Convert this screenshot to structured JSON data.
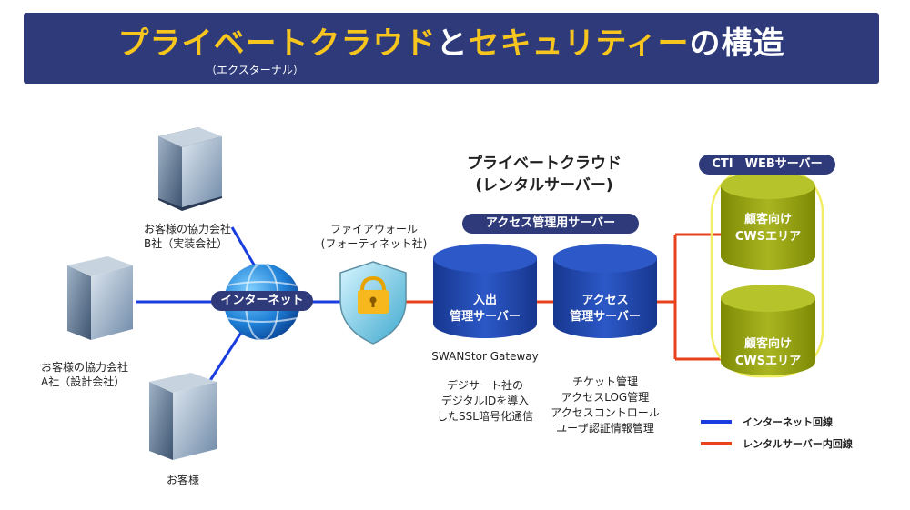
{
  "title": {
    "part1": "プライベートクラウド",
    "part2": "と",
    "part3": "セキュリティー",
    "part4": "の構造",
    "subtitle": "（エクスターナル）"
  },
  "clients": {
    "partner_b": {
      "line1": "お客様の協力会社",
      "line2": "B社（実装会社）"
    },
    "partner_a": {
      "line1": "お客様の協力会社",
      "line2": "A社（設計会社）"
    },
    "customer": "お客様"
  },
  "internet": "インターネット",
  "firewall": {
    "line1": "ファイアウォール",
    "line2": "(フォーティネット社)"
  },
  "cloud": {
    "title_line1": "プライベートクラウド",
    "title_line2": "(レンタルサーバー)",
    "access_server_label": "アクセス管理用サーバー"
  },
  "servers": {
    "entry": {
      "line1": "入出",
      "line2": "管理サーバー",
      "caption": "SWANStor Gateway",
      "notes": [
        "デジサート社の",
        "デジタルIDを導入",
        "したSSL暗号化通信"
      ]
    },
    "access": {
      "line1": "アクセス",
      "line2": "管理サーバー",
      "notes": [
        "チケット管理",
        "アクセスLOG管理",
        "アクセスコントロール",
        "ユーザ認証情報管理"
      ]
    }
  },
  "cti": {
    "label": "CTI　WEBサーバー",
    "areas": [
      {
        "line1": "顧客向け",
        "line2": "CWSエリア"
      },
      {
        "line1": "顧客向け",
        "line2": "CWSエリア"
      }
    ]
  },
  "legend": {
    "items": [
      {
        "label": "インターネット回線",
        "color": "#1a3de0"
      },
      {
        "label": "レンタルサーバー内回線",
        "color": "#e8421c"
      }
    ]
  },
  "colors": {
    "banner": "#2e3a7a",
    "title_accent": "#f6c51e",
    "internet_line": "#1a3de0",
    "internal_line": "#e8421c",
    "server_db": "#1f45a8",
    "cws_db": "#9aa60a",
    "cti_ring": "#f1ee66"
  }
}
